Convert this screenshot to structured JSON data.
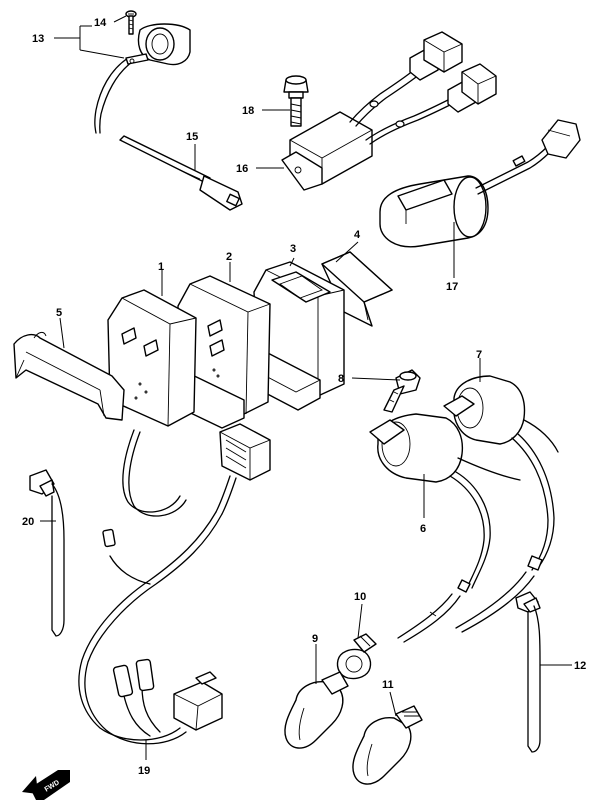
{
  "diagram": {
    "fwd_label": "FWD",
    "callouts": [
      {
        "id": "c1",
        "label": "1"
      },
      {
        "id": "c2",
        "label": "2"
      },
      {
        "id": "c3",
        "label": "3"
      },
      {
        "id": "c4",
        "label": "4"
      },
      {
        "id": "c5",
        "label": "5"
      },
      {
        "id": "c6",
        "label": "6"
      },
      {
        "id": "c7",
        "label": "7"
      },
      {
        "id": "c8",
        "label": "8"
      },
      {
        "id": "c9",
        "label": "9"
      },
      {
        "id": "c10",
        "label": "10"
      },
      {
        "id": "c11",
        "label": "11"
      },
      {
        "id": "c12",
        "label": "12"
      },
      {
        "id": "c13",
        "label": "13"
      },
      {
        "id": "c14",
        "label": "14"
      },
      {
        "id": "c15",
        "label": "15"
      },
      {
        "id": "c16",
        "label": "16"
      },
      {
        "id": "c17",
        "label": "17"
      },
      {
        "id": "c18",
        "label": "18"
      },
      {
        "id": "c19",
        "label": "19"
      },
      {
        "id": "c20",
        "label": "20"
      }
    ]
  }
}
